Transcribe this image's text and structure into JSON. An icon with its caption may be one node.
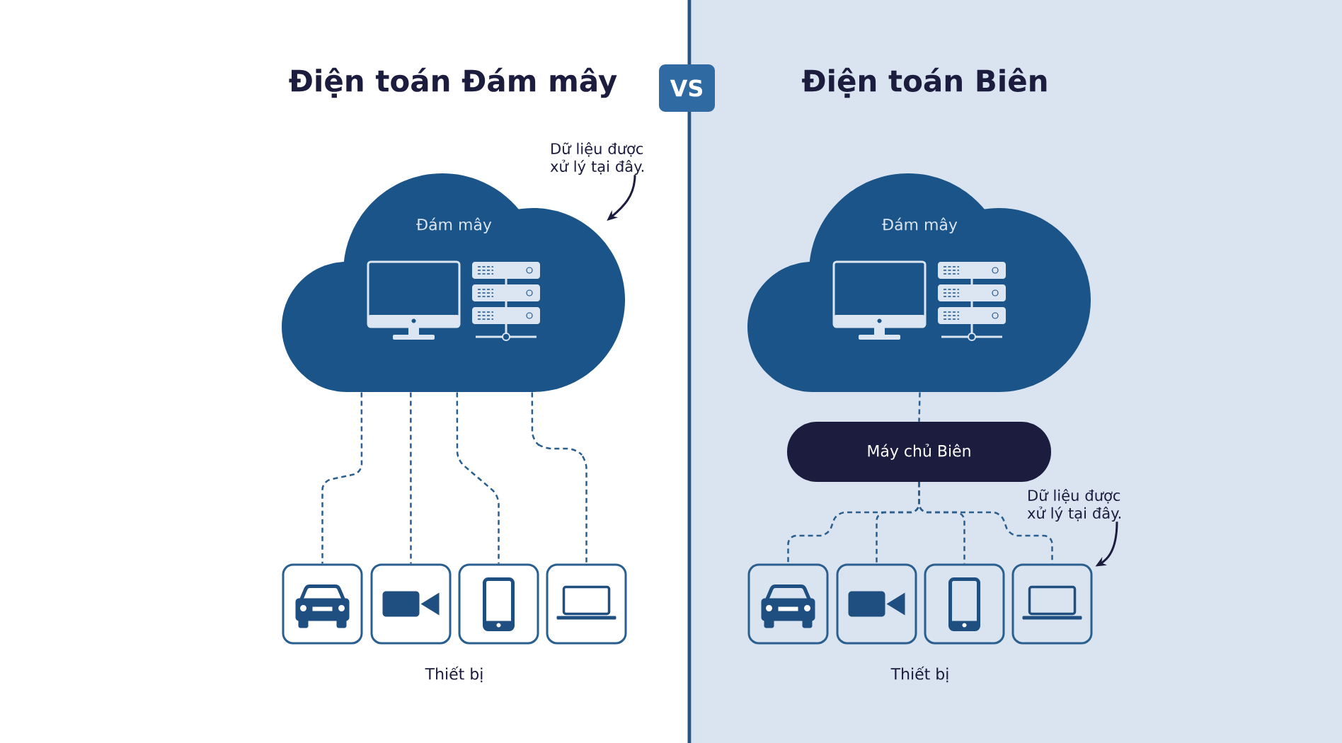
{
  "diagram": {
    "nodes": [
      {
        "text": [
          "VS"
        ]
      },
      {
        "text": [
          "Dữ liệu được xử lý tại đây."
        ]
      },
      {
        "text": [
          "Đám mây"
        ]
      },
      {
        "text": [],
        "shape": "box"
      },
      {
        "text": [],
        "shape": "box"
      },
      {
        "text": [],
        "shape": "box"
      },
      {
        "text": [],
        "shape": "box"
      },
      {
        "text": [
          "Đám mây"
        ]
      },
      {
        "text": [
          "Máy chủ Biên"
        ]
      },
      {
        "text": [
          "Dữ liệu được xử lý tại đây."
        ]
      },
      {
        "text": [],
        "shape": "box"
      },
      {
        "text": [],
        "shape": "box"
      },
      {
        "text": [],
        "shape": "box"
      },
      {
        "text": [],
        "shape": "box"
      }
    ],
    "edges": [
      {
        "from": 2,
        "to": 3,
        "arrow": "none",
        "style": "dashed"
      },
      {
        "from": 2,
        "to": 4,
        "arrow": "none",
        "style": "dashed"
      },
      {
        "from": 2,
        "to": 5,
        "arrow": "none",
        "style": "dashed"
      },
      {
        "from": 2,
        "to": 6,
        "arrow": "none",
        "style": "dashed"
      },
      {
        "from": 7,
        "to": 8,
        "arrow": "none",
        "style": "dashed"
      },
      {
        "from": 8,
        "to": 10,
        "arrow": "none",
        "style": "dashed"
      },
      {
        "from": 8,
        "to": 11,
        "arrow": "none",
        "style": "dashed"
      },
      {
        "from": 8,
        "to": 12,
        "arrow": "none",
        "style": "dashed"
      },
      {
        "from": 8,
        "to": 13,
        "arrow": "none",
        "style": "dashed"
      },
      {
        "from": 1,
        "to": 2,
        "arrow": "to"
      },
      {
        "from": 9,
        "to": 13,
        "arrow": "to"
      }
    ],
    "labels": [
      "Điện toán Đám mây",
      "Điện toán Biên",
      "Thiết bị",
      "Thiết bị"
    ]
  }
}
